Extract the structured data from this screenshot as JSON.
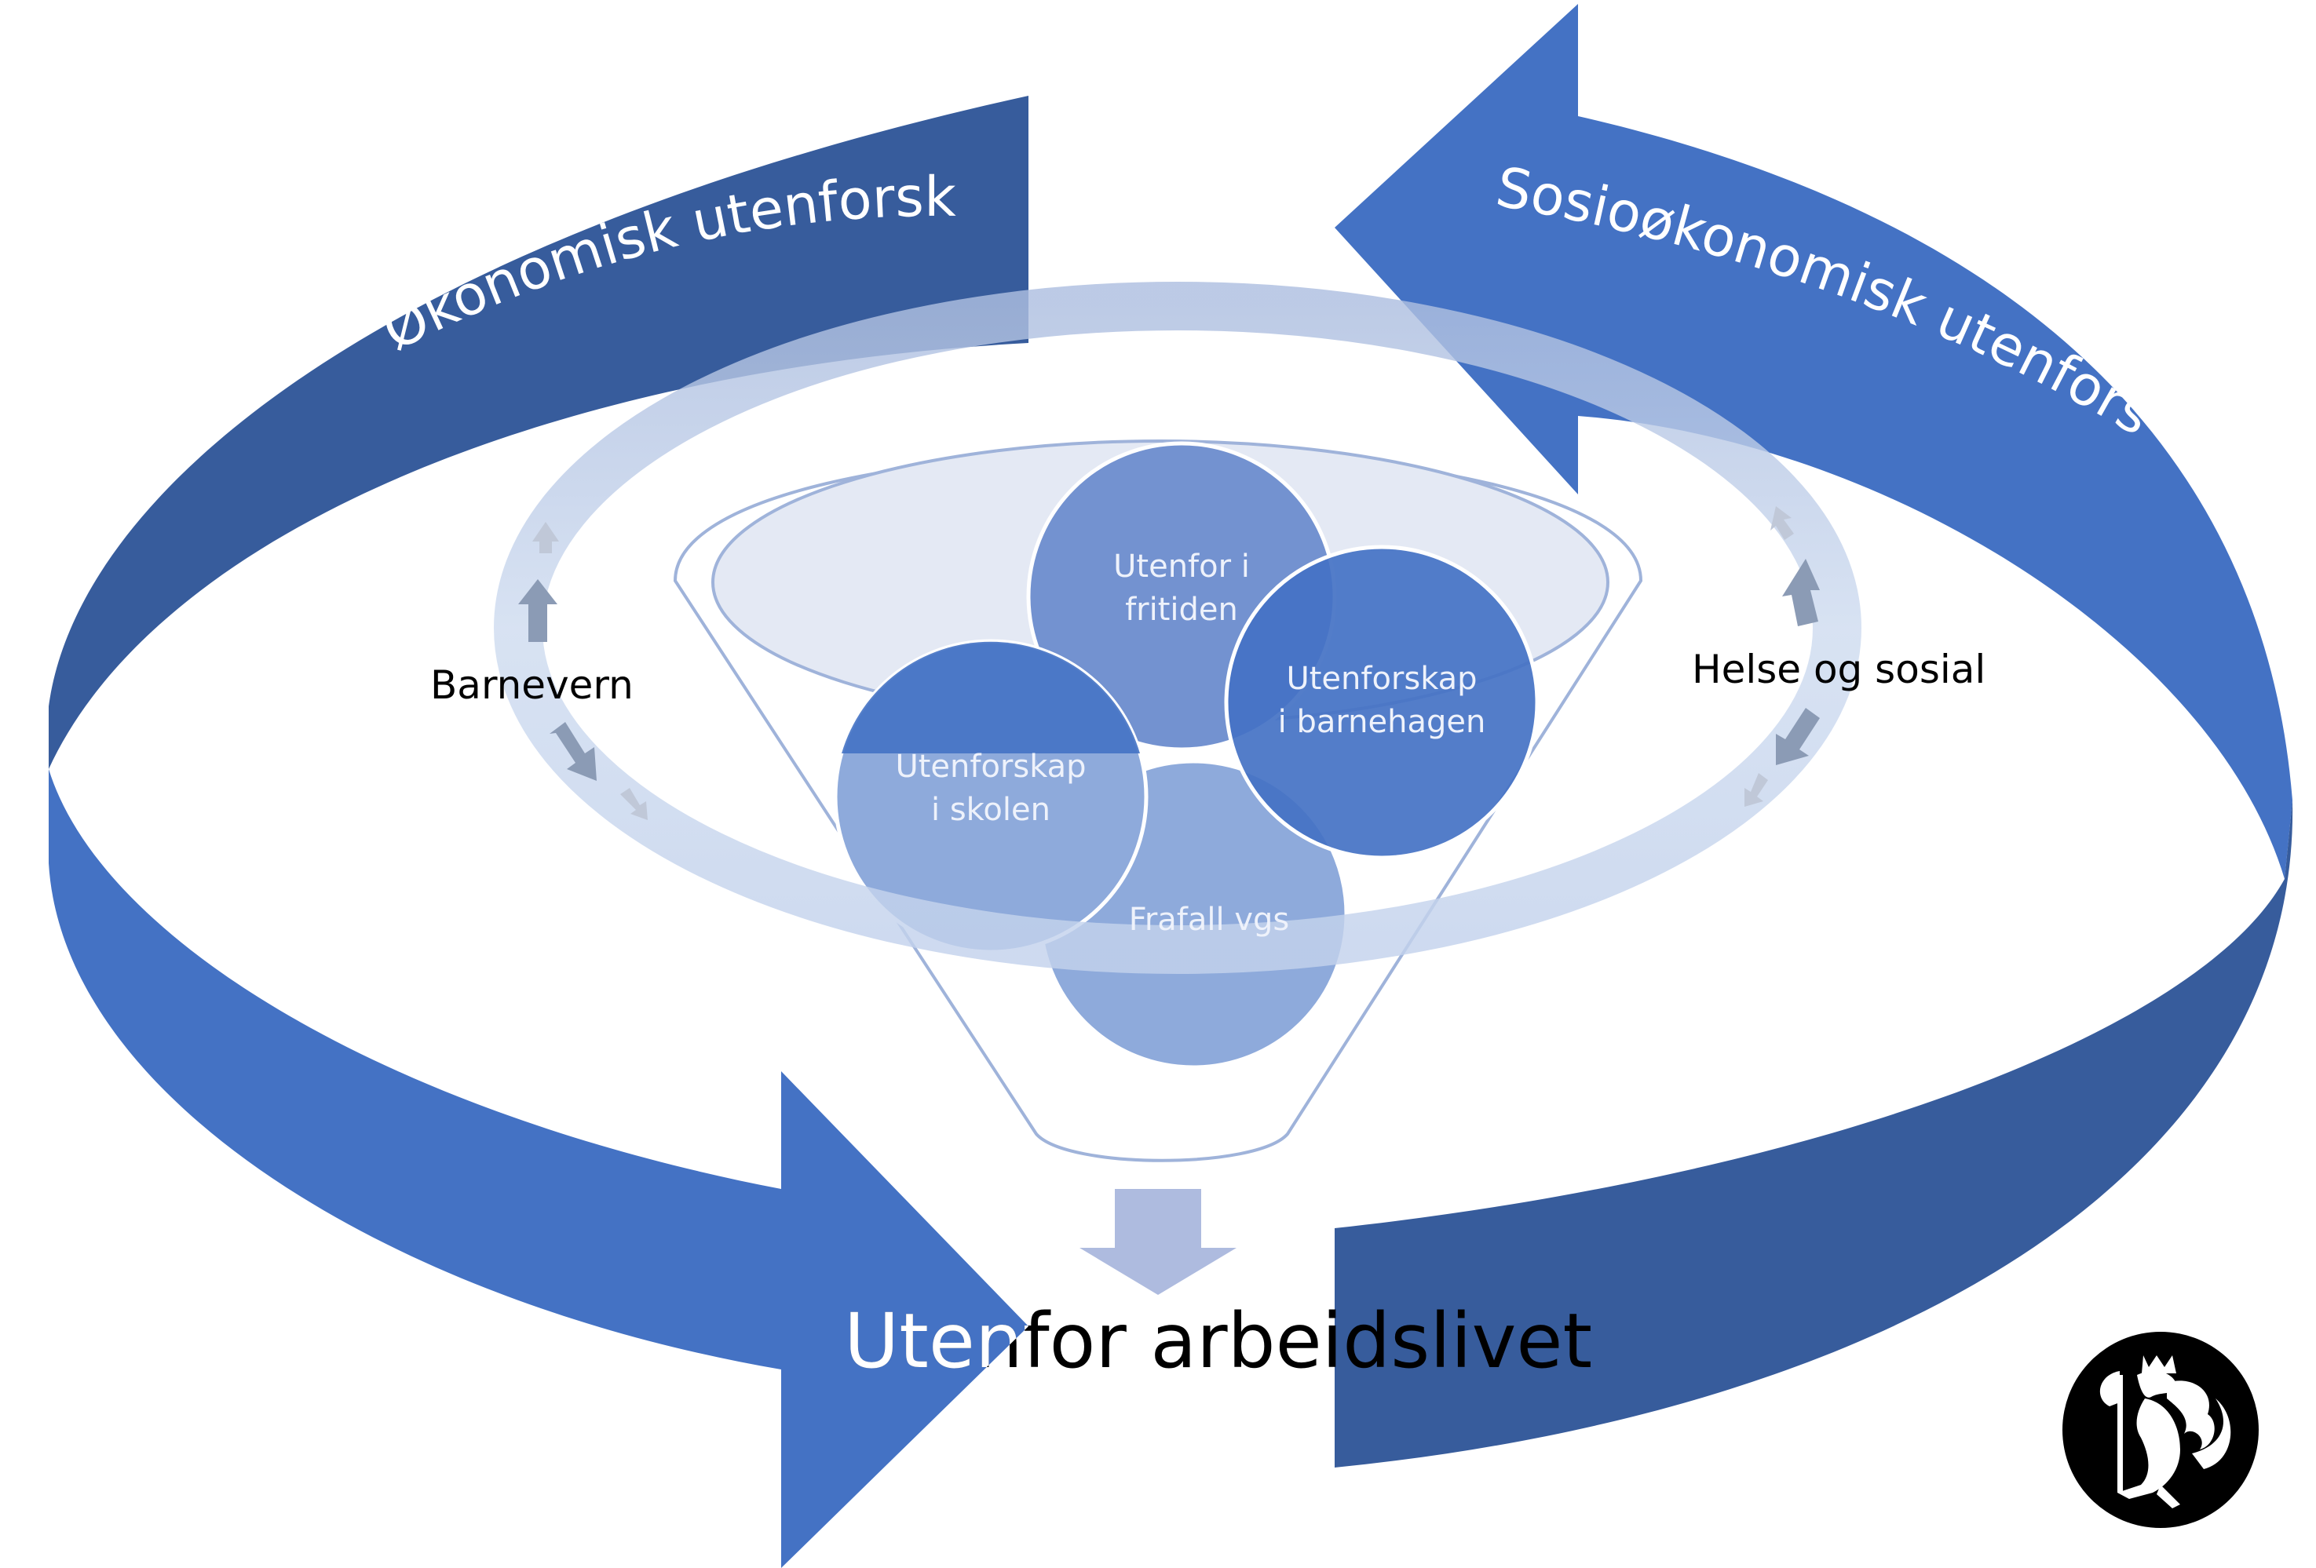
{
  "left_arrow": {
    "label": "Økonomisk utenforskap"
  },
  "right_arrow": {
    "label": "Sosioøkonomisk utenforskap"
  },
  "left_side_label": "Barnevern",
  "right_side_label": "Helse og sosial",
  "circles": [
    {
      "label_line1": "Utenfor i",
      "label_line2": "fritiden"
    },
    {
      "label_line1": "Utenforskap",
      "label_line2": "i barnehagen"
    },
    {
      "label_line1": "Utenforskap",
      "label_line2": "i skolen"
    },
    {
      "label_line1": "Frafall vgs",
      "label_line2": ""
    }
  ],
  "bottom_title": "Utenfor arbeidslivet",
  "colors": {
    "arrow_dark": "#375c9c",
    "arrow_mid": "#4472c4",
    "ring": "#c5d4ec",
    "circle_light": "#8eaadb",
    "circle_dark": "#4472c4",
    "down_arrow": "#aebbdf"
  },
  "logo": {
    "icon": "norwegian-coat-of-arms-lion-icon"
  }
}
